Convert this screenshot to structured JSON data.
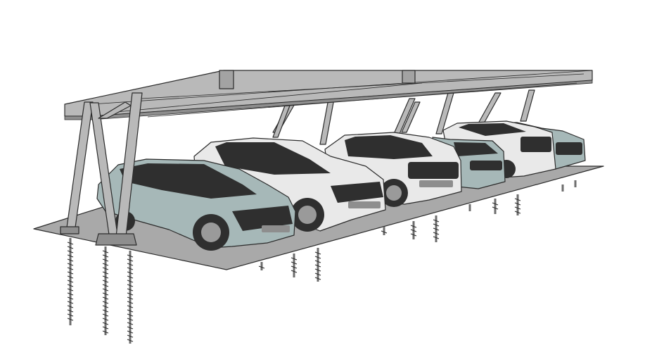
{
  "scene": {
    "subject": "carport",
    "parking_spaces": 5,
    "ground_screws_visible": 14,
    "colors": {
      "ground": "#a9a9a9",
      "frame": "#b9b9b9",
      "frame_dark": "#8e8e8e",
      "car_teal": "#a6b8b8",
      "car_white": "#e9e9e9",
      "glass": "#2f2f2f",
      "screw": "#6e6e6e"
    }
  }
}
